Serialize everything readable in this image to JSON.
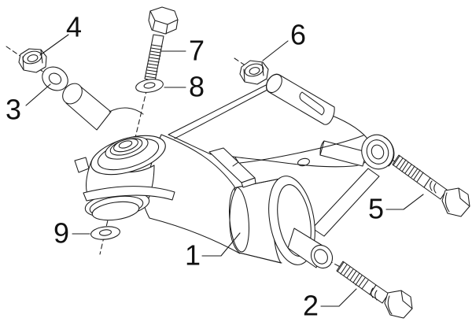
{
  "diagram": {
    "type": "exploded-parts-line-drawing",
    "background_color": "#ffffff",
    "line_color": "#1a1a1a",
    "label_color": "#111111",
    "callouts": [
      {
        "number": "1"
      },
      {
        "number": "2"
      },
      {
        "number": "3"
      },
      {
        "number": "4"
      },
      {
        "number": "5"
      },
      {
        "number": "6"
      },
      {
        "number": "7"
      },
      {
        "number": "8"
      },
      {
        "number": "9"
      }
    ]
  }
}
